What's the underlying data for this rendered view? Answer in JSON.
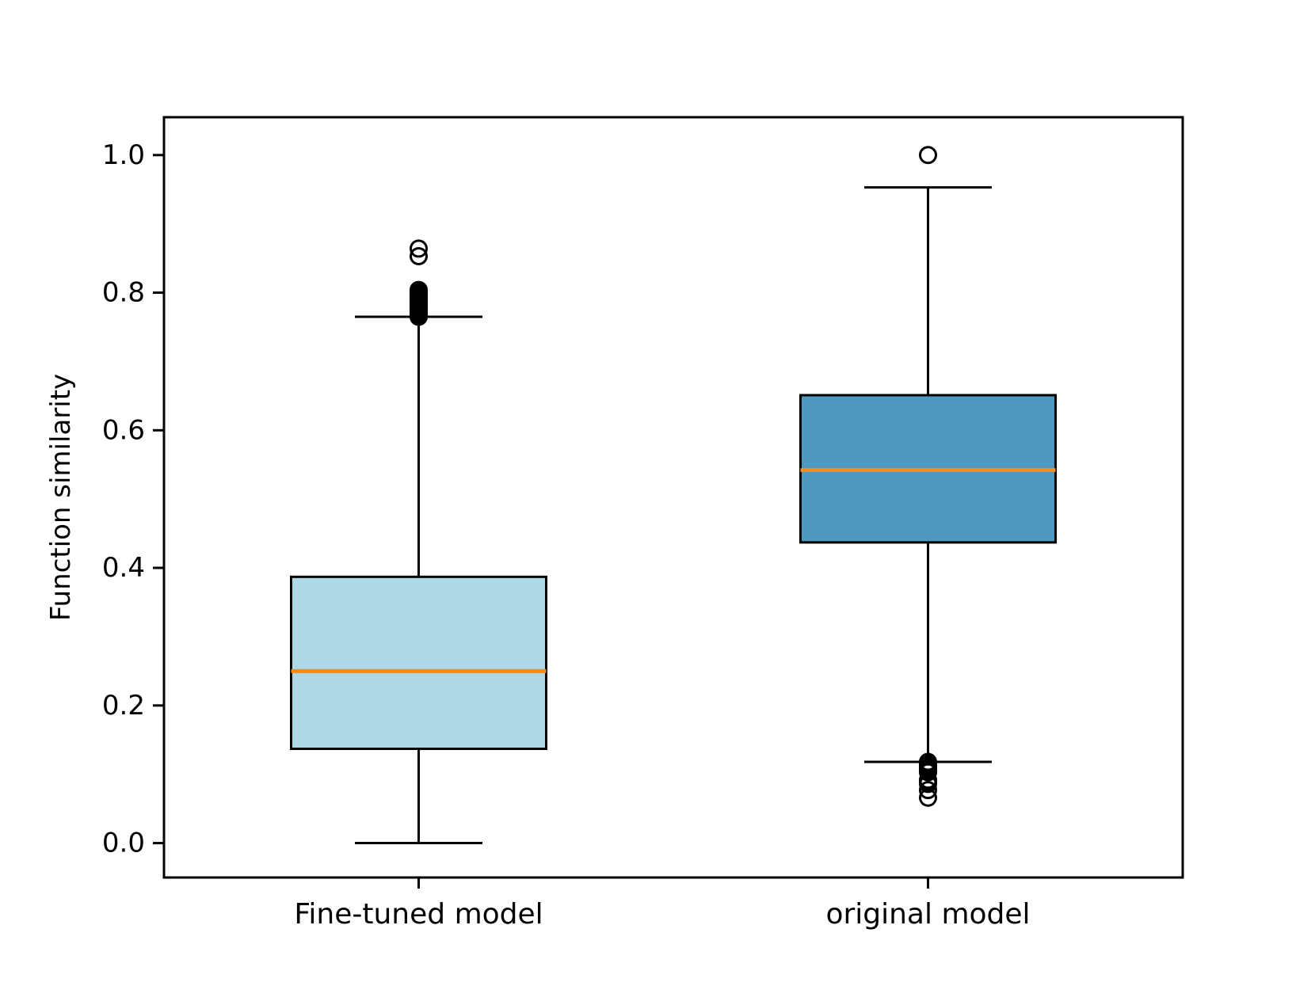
{
  "figure": {
    "background": "#ffffff",
    "border_color": "#000000"
  },
  "chart_data": {
    "type": "boxplot",
    "title": "",
    "xlabel": "",
    "ylabel": "Function similarity",
    "categories": [
      "Fine-tuned model",
      "original model"
    ],
    "yticks": [
      0.0,
      0.2,
      0.4,
      0.6,
      0.8,
      1.0
    ],
    "ytick_labels": [
      "0.0",
      "0.2",
      "0.4",
      "0.6",
      "0.8",
      "1.0"
    ],
    "ylim": [
      -0.05,
      1.055
    ],
    "grid": false,
    "legend": null,
    "median_color": "#F78C1E",
    "edge_color": "#000000",
    "series": [
      {
        "name": "Fine-tuned model",
        "fill": "#ADD8E6",
        "whisker_low": 0.0,
        "q1": 0.137,
        "median": 0.25,
        "q3": 0.387,
        "whisker_high": 0.765,
        "outliers": [
          0.765,
          0.768,
          0.771,
          0.774,
          0.777,
          0.78,
          0.783,
          0.786,
          0.789,
          0.792,
          0.795,
          0.798,
          0.801,
          0.804,
          0.853,
          0.864
        ]
      },
      {
        "name": "original model",
        "fill": "#4F98C0",
        "whisker_low": 0.118,
        "q1": 0.437,
        "median": 0.542,
        "q3": 0.651,
        "whisker_high": 0.953,
        "outliers": [
          1.0,
          0.118,
          0.1155,
          0.113,
          0.1105,
          0.108,
          0.1055,
          0.103,
          0.092,
          0.089,
          0.086,
          0.077,
          0.066
        ]
      }
    ]
  }
}
